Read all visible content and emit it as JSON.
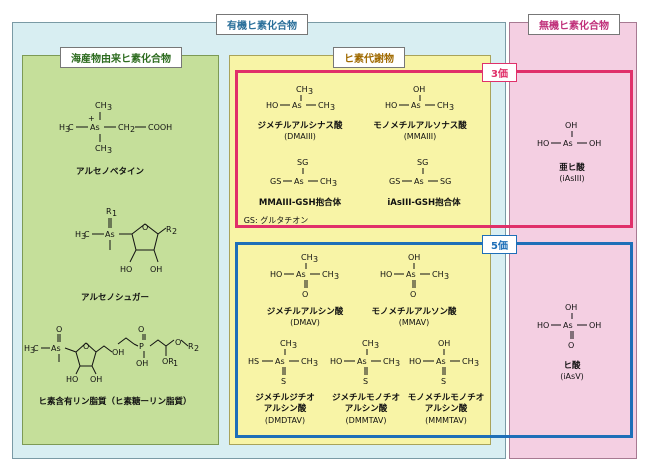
{
  "organic": {
    "title": "有機ヒ素化合物"
  },
  "inorganic": {
    "title": "無機ヒ素化合物"
  },
  "marine": {
    "title": "海産物由来ヒ素化合物",
    "compounds": [
      "アルセノベタイン",
      "アルセノシュガー",
      "ヒ素含有リン脂質（ヒ素糖ーリン脂質）"
    ]
  },
  "metabolites": {
    "title": "ヒ素代謝物",
    "trivalent": {
      "badge": "3価",
      "compounds": [
        {
          "name": "ジメチルアルシナス酸",
          "abbr": "(DMAIII)"
        },
        {
          "name": "モノメチルアルソナス酸",
          "abbr": "(MMAIII)"
        },
        {
          "name": "MMAIII-GSH抱合体",
          "abbr": ""
        },
        {
          "name": "iAsIII-GSH抱合体",
          "abbr": ""
        }
      ],
      "note": "GS: グルタチオン"
    },
    "pentavalent": {
      "badge": "5価",
      "compounds": [
        {
          "name": "ジメチルアルシン酸",
          "abbr": "(DMAV)"
        },
        {
          "name": "モノメチルアルソン酸",
          "abbr": "(MMAV)"
        },
        {
          "name": "ジメチルジチオ アルシン酸",
          "abbr": "(DMDTAV)"
        },
        {
          "name": "ジメチルモノチオ アルシン酸",
          "abbr": "(DMMTAV)"
        },
        {
          "name": "モノメチルモノチオ アルシン酸",
          "abbr": "(MMMTAV)"
        }
      ]
    }
  },
  "inorganic_compounds": [
    {
      "name": "亜ヒ酸",
      "abbr": "(iAsIII)"
    },
    {
      "name": "ヒ酸",
      "abbr": "(iAsV)"
    }
  ],
  "colors": {
    "trivalent_border": "#e0306a",
    "pentavalent_border": "#1e6fb8",
    "organic_bg": "#d8eef2",
    "marine_bg": "#c5df9a",
    "metabolite_bg": "#f8f4a6",
    "inorganic_bg": "#f4cfe2"
  }
}
